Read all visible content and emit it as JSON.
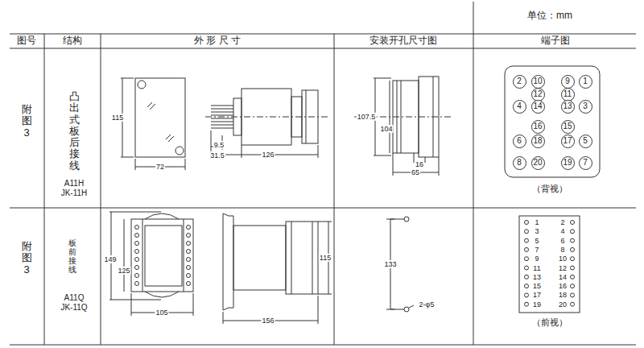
{
  "diagram": {
    "nodes": [
      {
        "text": [
          "2"
        ]
      },
      {
        "text": [
          "10"
        ]
      },
      {
        "text": [
          "9"
        ]
      },
      {
        "text": [
          "1"
        ]
      },
      {
        "text": [
          "12"
        ]
      },
      {
        "text": [
          "11"
        ]
      },
      {
        "text": [
          "4"
        ]
      },
      {
        "text": [
          "14"
        ]
      },
      {
        "text": [
          "13"
        ]
      },
      {
        "text": [
          "3"
        ]
      },
      {
        "text": [
          "16"
        ]
      },
      {
        "text": [
          "15"
        ]
      },
      {
        "text": [
          "6"
        ]
      },
      {
        "text": [
          "18"
        ]
      },
      {
        "text": [
          "17"
        ]
      },
      {
        "text": [
          "5"
        ]
      },
      {
        "text": [
          "8"
        ]
      },
      {
        "text": [
          "20"
        ]
      },
      {
        "text": [
          "19"
        ]
      },
      {
        "text": [
          "7"
        ]
      }
    ],
    "labels": [
      "单位：mm",
      "图号",
      "结构",
      "外 形 尺 寸",
      "安装开孔尺寸图",
      "端子图",
      "附图3",
      "凸出式板后接线",
      "A11H",
      "JK-11H",
      "115",
      "72",
      "9.5",
      "31.5",
      "126",
      "107.5",
      "104",
      "16",
      "65",
      "（背视）",
      "附图3",
      "板前接线",
      "A11Q",
      "JK-11Q",
      "149",
      "125",
      "105",
      "115",
      "156",
      "133",
      "2-φ5",
      "1",
      "2",
      "3",
      "4",
      "5",
      "6",
      "7",
      "8",
      "9",
      "10",
      "11",
      "12",
      "13",
      "14",
      "15",
      "16",
      "17",
      "18",
      "19",
      "20",
      "（前视）"
    ]
  }
}
